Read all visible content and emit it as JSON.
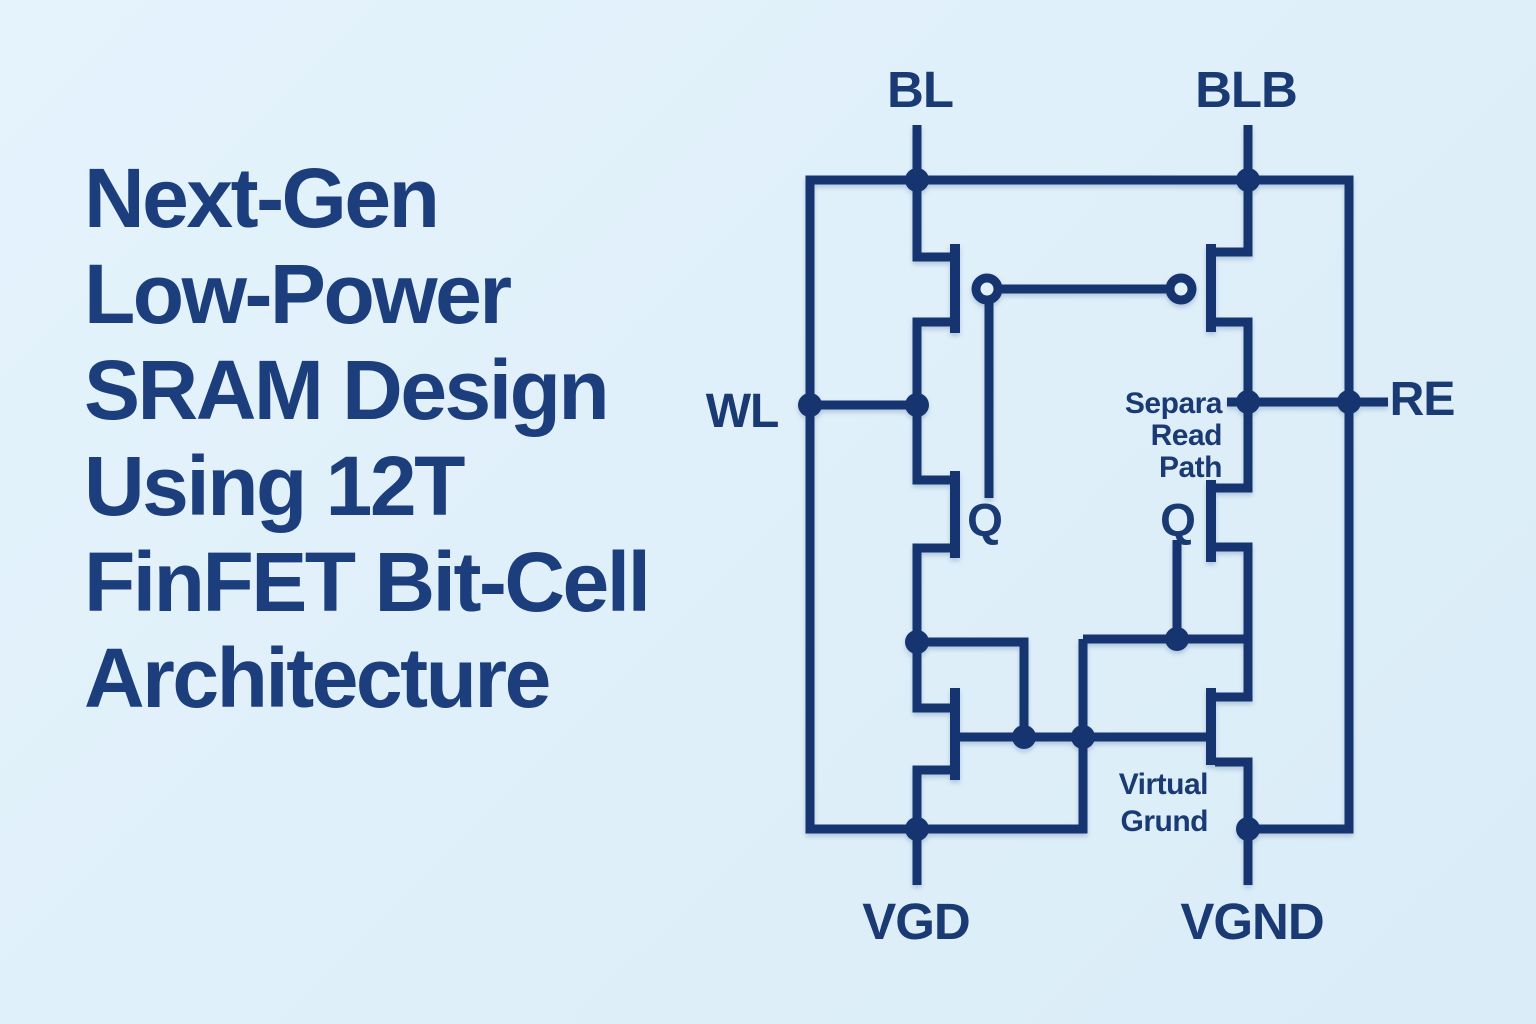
{
  "title": {
    "lines": [
      "Next-Gen",
      "Low-Power",
      "SRAM Design",
      "Using 12T",
      "FinFET Bit-Cell",
      "Architecture"
    ]
  },
  "schematic": {
    "type": "circuit-diagram",
    "description": "Stylized 12T FinFET SRAM bit-cell schematic with cross-coupled inverters, access transistors and separate read path",
    "labels": {
      "bl": "BL",
      "blb": "BLB",
      "wl": "WL",
      "re": "RE",
      "vgd": "VGD",
      "vgnd": "VGND",
      "q_left": "Q",
      "q_right": "Q",
      "read_path": [
        "Separa",
        "Read",
        "Path"
      ],
      "virtual_ground": [
        "Virtual",
        "Grund"
      ]
    },
    "colors": {
      "background": "#e1f1fa",
      "line": "#163670",
      "title_text": "#1d3e7d"
    }
  }
}
